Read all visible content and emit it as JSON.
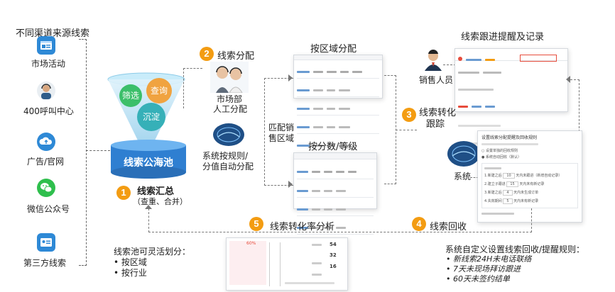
{
  "sources": {
    "title": "不同渠道来源线索",
    "items": [
      {
        "label": "市场活动",
        "icon": "browser-window-icon"
      },
      {
        "label": "400呼叫中心",
        "icon": "call-center-agent-icon"
      },
      {
        "label": "广告/官网",
        "icon": "cloud-upload-icon"
      },
      {
        "label": "微信公众号",
        "icon": "wechat-icon"
      },
      {
        "label": "第三方线索",
        "icon": "id-card-icon"
      }
    ]
  },
  "funnel": {
    "bubbles": [
      "筛选",
      "查询",
      "沉淀"
    ],
    "pool_label": "线索公海池"
  },
  "steps": {
    "step1": {
      "num": "1",
      "title": "线索汇总",
      "sub": "（查重、合并）"
    },
    "step2": {
      "num": "2",
      "title": "线索分配"
    },
    "step3": {
      "num": "3",
      "title": "线索转化",
      "title2": "跟踪"
    },
    "step4": {
      "num": "4",
      "title": "线索回收"
    },
    "step5": {
      "num": "5",
      "title": "线索转化率分析"
    }
  },
  "assign": {
    "manual_label_1": "市场部",
    "manual_label_2": "人工分配",
    "auto_label_1": "系统按规则/",
    "auto_label_2": "分值自动分配",
    "match_label_1": "匹配销",
    "match_label_2": "售区域",
    "by_region_title": "按区域分配",
    "by_score_title": "按分数/等级"
  },
  "followup": {
    "title": "线索跟进提醒及记录",
    "sales_label": "销售人员",
    "system_label": "系统"
  },
  "reclaim_form": {
    "title": "设置线索分配提醒及回收规则",
    "options": [
      "设置单独的回收规则",
      "系统自动回收（默认）"
    ],
    "rule_rows": [
      {
        "label": "1.新建之后",
        "value": "10",
        "desc": "天内未跟进（新增自动记录）"
      },
      {
        "label": "2.建立子跟进",
        "value": "15",
        "desc": "天内未有新记录"
      },
      {
        "label": "3.新建之后",
        "value": "4",
        "desc": "天内未生成订单"
      },
      {
        "label": "4.失效期间",
        "value": "5",
        "desc": "天内未有新记录"
      }
    ]
  },
  "pool_split": {
    "title": "线索池可灵活划分：",
    "items": [
      "按区域",
      "按行业"
    ]
  },
  "custom_rules": {
    "title": "系统自定义设置线索回收/提醒规则：",
    "items": [
      "新线索24H未电话联络",
      "7天未现场拜访跟进",
      "60天未签约结单"
    ]
  },
  "analysis": {
    "percent_label": "60%",
    "values": [
      "54",
      "32",
      "16"
    ]
  },
  "colors": {
    "orange": "#f39c12",
    "pool_blue": "#2f7fd1",
    "bubble_green": "#3cbf6a",
    "bubble_orange": "#f0a340",
    "bubble_teal": "#36b0b8"
  }
}
